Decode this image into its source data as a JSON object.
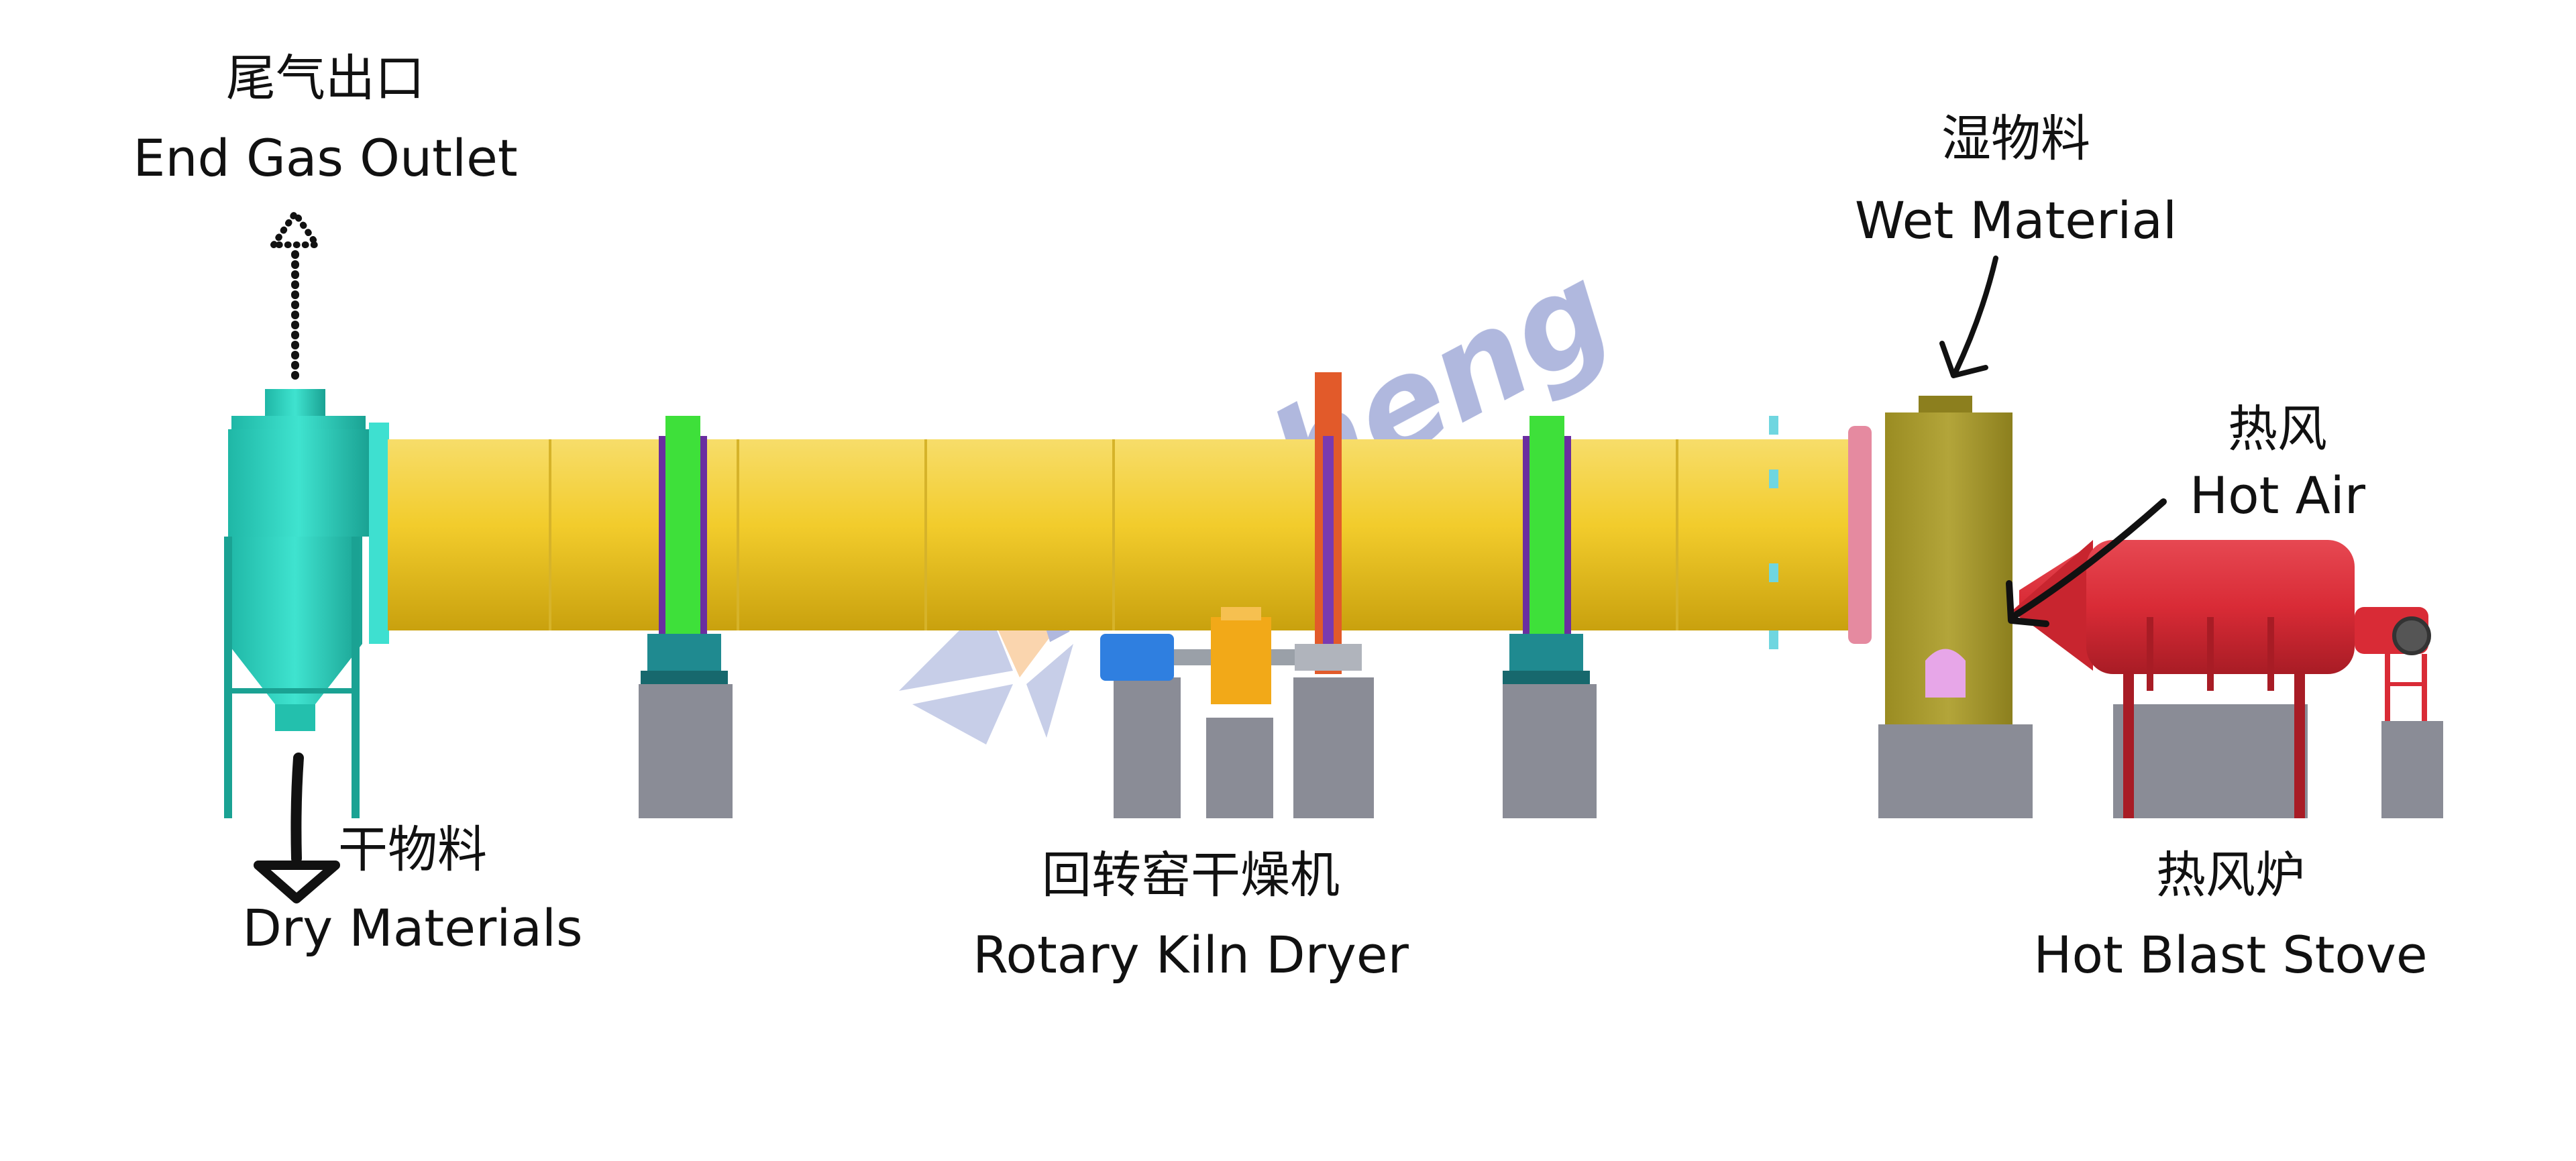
{
  "labels": {
    "end_gas_outlet": {
      "cn": "尾气出口",
      "en": "End Gas Outlet"
    },
    "wet_material": {
      "cn": "湿物料",
      "en": "Wet Material"
    },
    "hot_air": {
      "cn": "热风",
      "en": "Hot Air"
    },
    "dry_materials": {
      "cn": "干物料",
      "en": "Dry Materials"
    },
    "rotary_kiln_dryer": {
      "cn": "回转窑干燥机",
      "en": "Rotary Kiln Dryer"
    },
    "hot_blast_stove": {
      "cn": "热风炉",
      "en": "Hot Blast Stove"
    }
  },
  "watermark": {
    "text": "kaicheng"
  },
  "colors": {
    "drum": "#f2cc2c",
    "cyclone": "#2fd6c2",
    "tyre_ring": "#3ee03a",
    "gear": "#e25a2a",
    "feed_box": "#a89a2e",
    "furnace": "#d92b36",
    "pier": "#8a8c96",
    "motor": "#2f7fe0",
    "reducer": "#f2a918",
    "door": "#e7a6e8",
    "seal_ring": "#e58aa0"
  }
}
